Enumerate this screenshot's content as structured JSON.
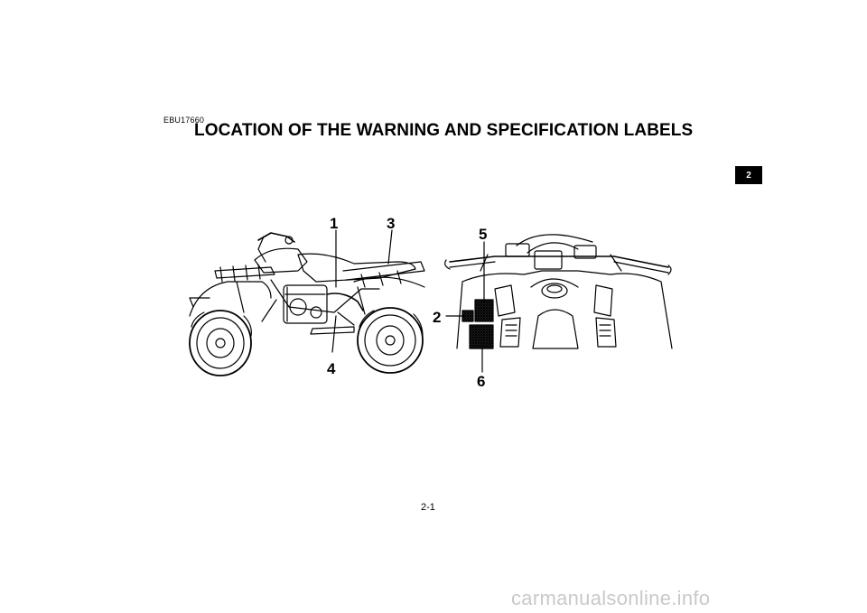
{
  "header": {
    "code": "EBU17660",
    "title": "LOCATION OF THE WARNING AND SPECIFICATION LABELS"
  },
  "chapter_tab": "2",
  "callouts": {
    "c1": "1",
    "c2": "2",
    "c3": "3",
    "c4": "4",
    "c5": "5",
    "c6": "6"
  },
  "footer": {
    "page_number": "2-1",
    "watermark": "carmanualsonline.info"
  }
}
